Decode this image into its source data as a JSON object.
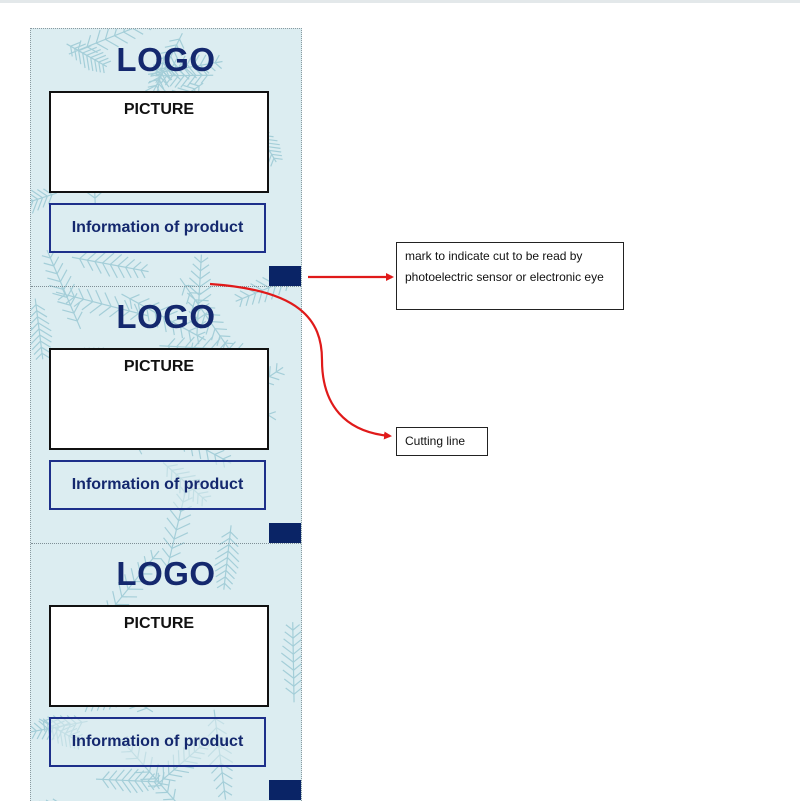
{
  "panels": [
    {
      "logo": "LOGO",
      "picture_label": "PICTURE",
      "info_label": "Information of product"
    },
    {
      "logo": "LOGO",
      "picture_label": "PICTURE",
      "info_label": "Information of product"
    },
    {
      "logo": "LOGO",
      "picture_label": "PICTURE",
      "info_label": "Information of product"
    }
  ],
  "callouts": {
    "mark": "mark to indicate cut to be read by photoelectric sensor or electronic eye",
    "cut": "Cutting line"
  },
  "colors": {
    "logo_text": "#14286e",
    "mark": "#0a2466",
    "info_border": "#1d2f8a",
    "arrow": "#e01a1a",
    "pattern_bg": "#dcedf1",
    "leaf": "#9fcbd6"
  }
}
